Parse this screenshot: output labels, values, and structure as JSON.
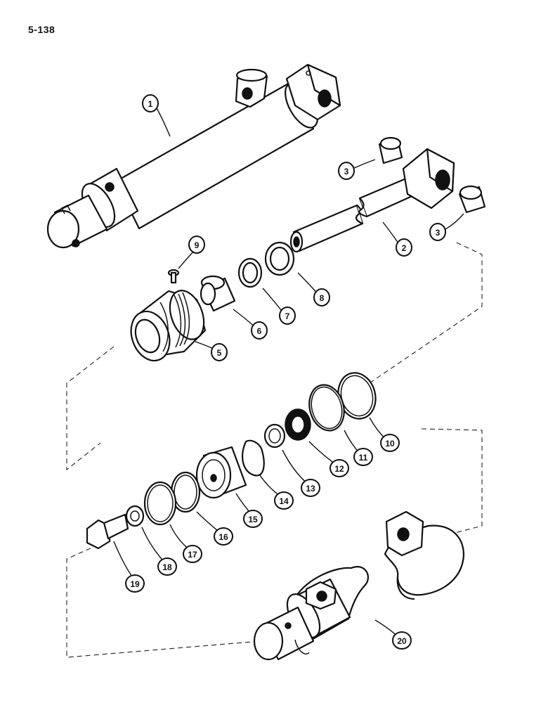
{
  "page": {
    "number": "5-138"
  },
  "callouts": [
    {
      "id": "1",
      "label": "1"
    },
    {
      "id": "2",
      "label": "2"
    },
    {
      "id": "3a",
      "label": "3"
    },
    {
      "id": "3b",
      "label": "3"
    },
    {
      "id": "5",
      "label": "5"
    },
    {
      "id": "6",
      "label": "6"
    },
    {
      "id": "7",
      "label": "7"
    },
    {
      "id": "8",
      "label": "8"
    },
    {
      "id": "9",
      "label": "9"
    },
    {
      "id": "10",
      "label": "10"
    },
    {
      "id": "11",
      "label": "11"
    },
    {
      "id": "12",
      "label": "12"
    },
    {
      "id": "13",
      "label": "13"
    },
    {
      "id": "14",
      "label": "14"
    },
    {
      "id": "15",
      "label": "15"
    },
    {
      "id": "16",
      "label": "16"
    },
    {
      "id": "17",
      "label": "17"
    },
    {
      "id": "18",
      "label": "18"
    },
    {
      "id": "19",
      "label": "19"
    },
    {
      "id": "20",
      "label": "20"
    }
  ]
}
